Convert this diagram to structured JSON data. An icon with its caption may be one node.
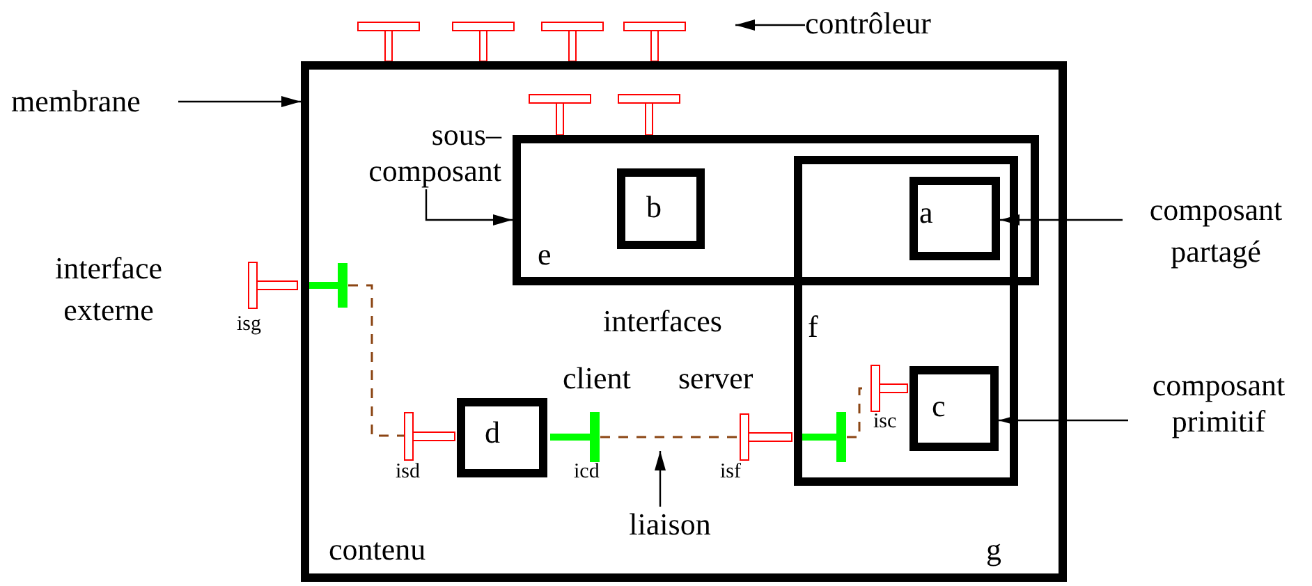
{
  "diagram": {
    "nodes": [
      {
        "text": [
          "g"
        ]
      },
      {
        "text": [
          "e"
        ],
        "in": 0
      },
      {
        "text": [
          "b"
        ],
        "in": 1
      },
      {
        "text": [
          "f"
        ],
        "in": 0
      },
      {
        "text": [
          "a"
        ]
      },
      {
        "text": [
          "c"
        ],
        "in": 3
      },
      {
        "text": [
          "d"
        ],
        "in": 0
      },
      {
        "text": [
          "contrôleur"
        ]
      },
      {
        "text": [
          "membrane"
        ]
      },
      {
        "text": [
          "sous– composant"
        ],
        "in": 0
      },
      {
        "text": [
          "composant partagé"
        ]
      },
      {
        "text": [
          "composant primitif"
        ]
      },
      {
        "text": [],
        "shape": "bar",
        "beside": [
          "isg"
        ]
      },
      {
        "text": [],
        "shape": "bar",
        "in": 0
      },
      {
        "text": [],
        "shape": "bar",
        "in": 0,
        "beside": [
          "isd"
        ]
      },
      {
        "text": [],
        "shape": "bar",
        "in": 0,
        "beside": [
          "icd"
        ]
      },
      {
        "text": [],
        "shape": "bar",
        "in": 0,
        "beside": [
          "isf"
        ]
      },
      {
        "text": [],
        "shape": "bar",
        "in": 3
      },
      {
        "text": [],
        "shape": "bar",
        "in": 3,
        "beside": [
          "isc"
        ]
      },
      {
        "text": [
          "liaison"
        ],
        "in": 0
      }
    ],
    "edges": [
      {
        "from": 7,
        "to": null,
        "arrow": "to"
      },
      {
        "from": 8,
        "to": 0,
        "arrow": "to"
      },
      {
        "from": 9,
        "to": 1,
        "arrow": "to"
      },
      {
        "from": 10,
        "to": 4,
        "arrow": "to"
      },
      {
        "from": 11,
        "to": 5,
        "arrow": "to"
      },
      {
        "from": 13,
        "to": 14,
        "arrow": "none",
        "style": "dashed",
        "color": "#8b4513"
      },
      {
        "from": 15,
        "to": 16,
        "arrow": "none",
        "style": "dashed",
        "color": "#8b4513"
      },
      {
        "from": 17,
        "to": 18,
        "arrow": "none",
        "style": "dashed",
        "color": "#8b4513"
      },
      {
        "from": 19,
        "to": null,
        "arrow": "to"
      }
    ],
    "labels": [
      "interface externe",
      "interfaces",
      "client",
      "server",
      "contenu"
    ]
  }
}
